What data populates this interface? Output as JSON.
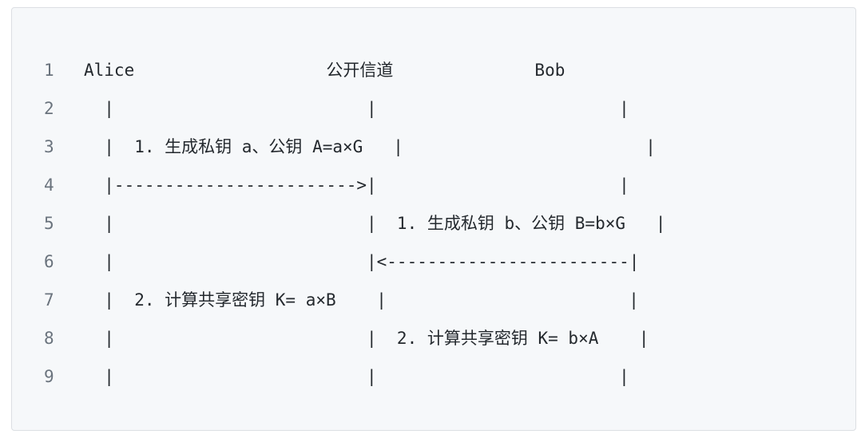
{
  "code_block": {
    "lines": [
      {
        "number": "1",
        "text": "Alice                   公开信道              Bob"
      },
      {
        "number": "2",
        "text": "  |                         |                        |"
      },
      {
        "number": "3",
        "text": "  |  1. 生成私钥 a、公钥 A=a×G   |                        |"
      },
      {
        "number": "4",
        "text": "  |------------------------>|                        |"
      },
      {
        "number": "5",
        "text": "  |                         |  1. 生成私钥 b、公钥 B=b×G   |"
      },
      {
        "number": "6",
        "text": "  |                         |<------------------------|"
      },
      {
        "number": "7",
        "text": "  |  2. 计算共享密钥 K= a×B    |                        |"
      },
      {
        "number": "8",
        "text": "  |                         |  2. 计算共享密钥 K= b×A    |"
      },
      {
        "number": "9",
        "text": "  |                         |                        |"
      }
    ]
  }
}
